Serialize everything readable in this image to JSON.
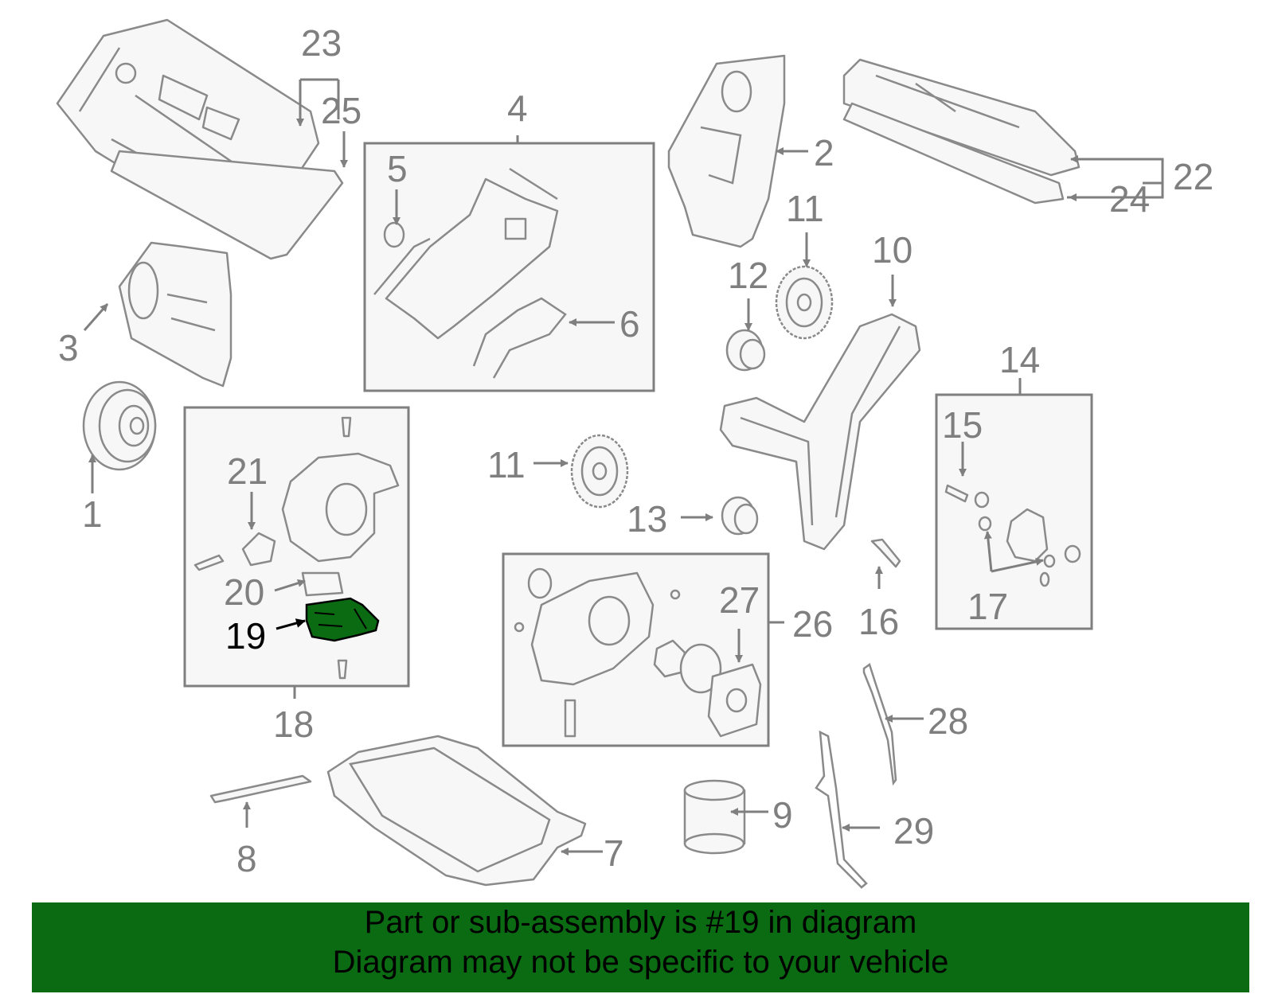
{
  "diagram": {
    "highlighted_part": "19",
    "highlight_color": "#0b6b12",
    "callouts": {
      "c1": "1",
      "c2": "2",
      "c3": "3",
      "c4": "4",
      "c5": "5",
      "c6": "6",
      "c7": "7",
      "c8": "8",
      "c9": "9",
      "c10": "10",
      "c11a": "11",
      "c11b": "11",
      "c12": "12",
      "c13": "13",
      "c14": "14",
      "c15": "15",
      "c16": "16",
      "c17": "17",
      "c18": "18",
      "c19": "19",
      "c20": "20",
      "c21": "21",
      "c22": "22",
      "c23": "23",
      "c24": "24",
      "c25": "25",
      "c26": "26",
      "c27": "27",
      "c28": "28",
      "c29": "29"
    }
  },
  "banner": {
    "line1": "Part or sub-assembly is #19 in diagram",
    "line2": "Diagram may not be specific to your vehicle",
    "background": "#0b6b12"
  }
}
